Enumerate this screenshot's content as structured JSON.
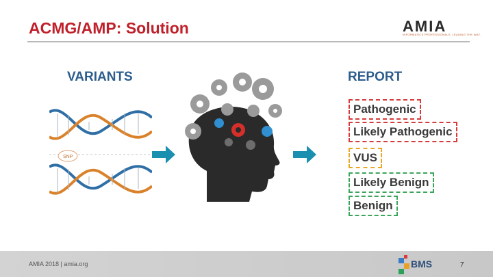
{
  "header": {
    "title": "ACMG/AMP: Solution",
    "logo_text": "AMIA",
    "logo_tagline": "INFORMATICS PROFESSIONALS. LEADING THE WAY."
  },
  "left": {
    "heading": "VARIANTS",
    "snp_label": "SNP"
  },
  "right": {
    "heading": "REPORT",
    "items": [
      {
        "label": "Pathogenic",
        "border_color": "#d63a3a"
      },
      {
        "label": "Likely Pathogenic",
        "border_color": "#d63a3a"
      },
      {
        "label": "VUS",
        "border_color": "#e8a825"
      },
      {
        "label": "Likely Benign",
        "border_color": "#3aa55a"
      },
      {
        "label": "Benign",
        "border_color": "#3aa55a"
      }
    ]
  },
  "footer": {
    "left_text": "AMIA 2018  |  amia.org",
    "logo_text": "BMS",
    "page_number": "7"
  },
  "colors": {
    "title": "#c0202a",
    "heading": "#2c5d8d",
    "arrow": "#1b8fb0"
  }
}
